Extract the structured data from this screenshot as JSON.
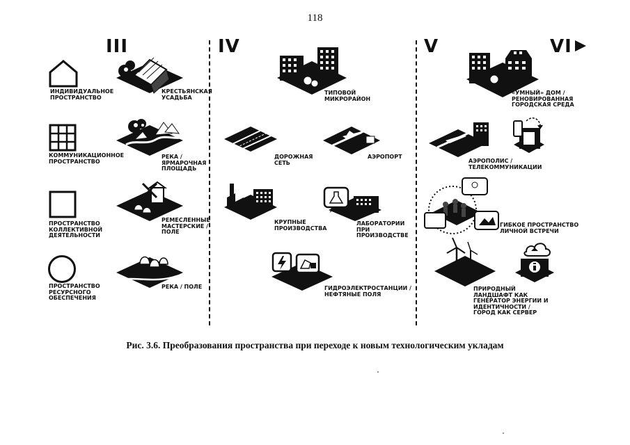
{
  "page_number": "118",
  "columns": [
    "III",
    "IV",
    "V",
    "VI"
  ],
  "column_iii": {
    "symbols": [
      {
        "icon": "house-outline-icon",
        "label": "ИНДИВИДУАЛЬНОЕ\nПРОСТРАНСТВО"
      },
      {
        "icon": "grid-square-icon",
        "label": "КОММУНИКАЦИОННОЕ\nПРОСТРАНСТВО"
      },
      {
        "icon": "square-outline-icon",
        "label": "ПРОСТРАНСТВО\nКОЛЛЕКТИВНОЙ\nДЕЯТЕЛЬНОСТИ"
      },
      {
        "icon": "circle-outline-icon",
        "label": "ПРОСТРАНСТВО\nРЕСУРСНОГО\nОБЕСПЕЧЕНИЯ"
      }
    ],
    "scenes": [
      {
        "icon": "farmstead-icon",
        "label": "КРЕСТЬЯНСКАЯ\nУСАДЬБА"
      },
      {
        "icon": "river-market-icon",
        "label": "РЕКА /\nЯРМАРОЧНАЯ\nПЛОЩАДЬ"
      },
      {
        "icon": "windmill-icon",
        "label": "РЕМЕСЛЕННЫЕ\nМАСТЕРСКИЕ /\nПОЛЕ"
      },
      {
        "icon": "haystacks-field-icon",
        "label": "РЕКА / ПОЛЕ"
      }
    ]
  },
  "column_iv": [
    {
      "icon": "apartment-blocks-icon",
      "label": "ТИПОВОЙ\nМИКРОРАЙОН"
    },
    {
      "icon": "road-network-icon",
      "label": "ДОРОЖНАЯ\nСЕТЬ"
    },
    {
      "icon": "airport-icon",
      "label": "АЭРОПОРТ"
    },
    {
      "icon": "factory-icon",
      "label": "КРУПНЫЕ\nПРОИЗВОДСТВА"
    },
    {
      "icon": "laboratory-flask-icon",
      "label": "ЛАБОРАТОРИИ\nПРИ\nПРОИЗВОДСТВЕ"
    },
    {
      "icon": "hydropower-oil-icon",
      "label": "ГИДРОЭЛЕКТРОСТАНЦИИ /\nНЕФТЯНЫЕ ПОЛЯ"
    }
  ],
  "column_v_vi": [
    {
      "icon": "smart-house-icon",
      "label": "«УМНЫЙ» ДОМ /\nРЕНОВИРОВАННАЯ\nГОРОДСКАЯ СРЕДА"
    },
    {
      "icon": "aeropolis-icon",
      "label": "АЭРОПОЛИС /\nТЕЛЕКОММУНИКАЦИИ"
    },
    {
      "icon": "flexible-meeting-icon",
      "label": "ГИБКОЕ ПРОСТРАНСТВО\nЛИЧНОЙ ВСТРЕЧИ"
    },
    {
      "icon": "wind-turbine-cloud-icon",
      "label": "ПРИРОДНЫЙ\nЛАНДШАФТ КАК\nГЕНЕРАТОР ЭНЕРГИИ И\nИДЕНТИЧНОСТИ /\nГОРОД КАК СЕРВЕР"
    }
  ],
  "figure_caption": "Рис. 3.6. Преобразования пространства при переходе к новым технологическим укладам"
}
